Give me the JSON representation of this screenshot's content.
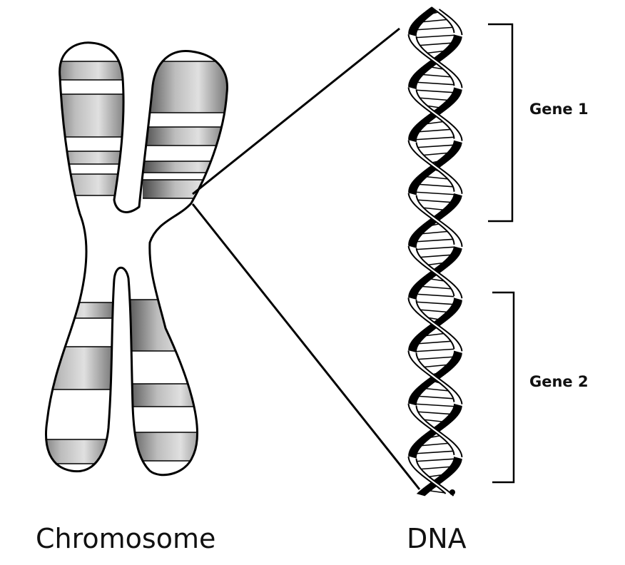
{
  "labels": {
    "chromosome": "Chromosome",
    "dna": "DNA",
    "gene1": "Gene 1",
    "gene2": "Gene 2"
  },
  "colors": {
    "outline": "#000000",
    "band_dark": "#5e5e5e",
    "band_light": "#d2d2d2",
    "background": "#ffffff"
  }
}
